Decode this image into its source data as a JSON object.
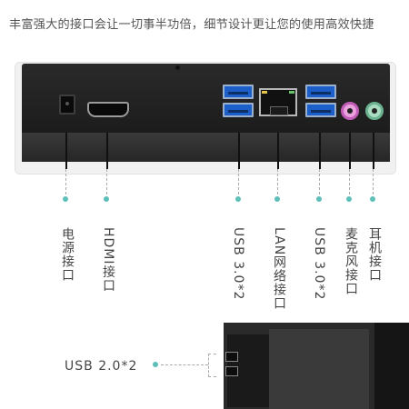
{
  "headline": "丰富强大的接口会让一切事半功倍，细节设计更让您的使用高效快捷",
  "ports": {
    "power": "电源接口",
    "hdmi": "HDMI接口",
    "usb3_left": "USB 3.0*2",
    "lan": "LAN网络接口",
    "usb3_right": "USB 3.0*2",
    "mic": "麦克风接口",
    "earphone": "耳机接口",
    "usb2": "USB 2.0*2"
  },
  "colors": {
    "usb3": "#1d5fc9",
    "mic": "#c15db8",
    "earphone": "#6bb290",
    "callout_dot": "#5cc0b8"
  }
}
